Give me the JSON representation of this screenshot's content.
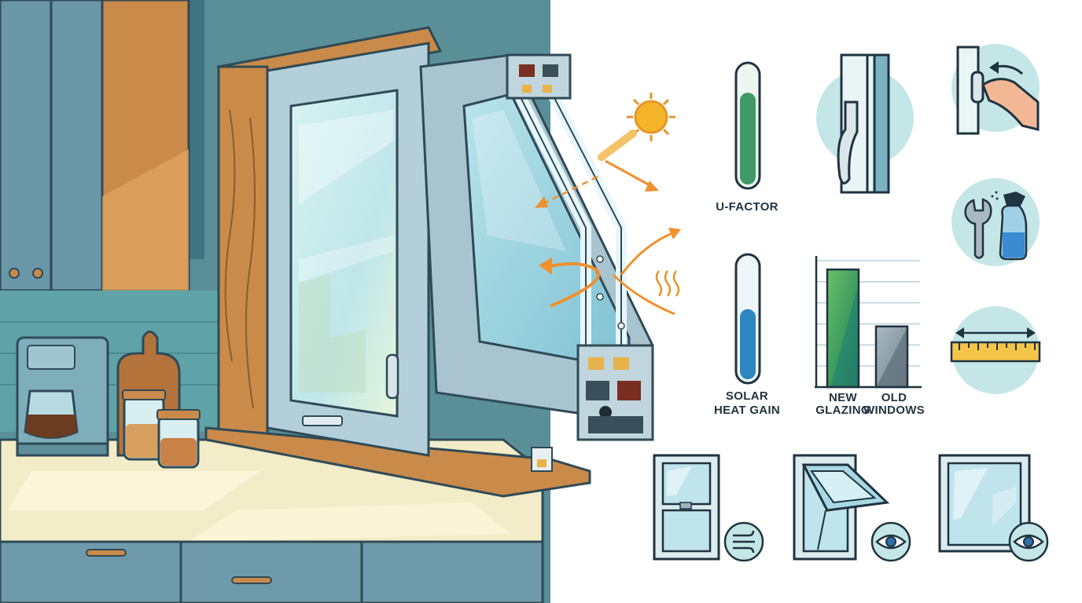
{
  "labels": {
    "u_factor": "U-FACTOR",
    "solar_heat_gain_line1": "SOLAR",
    "solar_heat_gain_line2": "HEAT GAIN",
    "new_glazing_line1": "NEW",
    "new_glazing_line2": "GLAZING",
    "old_windows_line1": "OLD",
    "old_windows_line2": "WINDOWS"
  },
  "icons": {
    "sun": "sun-icon",
    "heat": "heat-waves-icon",
    "handle": "window-handle-icon",
    "hand": "hand-turning-handle-icon",
    "tools": "wrench-and-spray-bottle-icon",
    "ruler": "ruler-measurement-icon",
    "airflow": "airflow-icon",
    "view": "eye-icon"
  },
  "gauges": {
    "u_factor": {
      "level": 0.78,
      "color": "#3f9a68"
    },
    "solar_heat_gain": {
      "level": 0.58,
      "color": "#2e86c1"
    }
  },
  "chart_data": {
    "type": "bar",
    "categories": [
      "NEW GLAZING",
      "OLD WINDOWS"
    ],
    "values": [
      0.93,
      0.48
    ],
    "ylim": [
      0,
      1
    ],
    "grid": true,
    "colors": [
      "#3d9b5e",
      "#7f8c96"
    ]
  },
  "colors": {
    "accent_orange": "#f0902e",
    "sun": "#f5b52a",
    "frame": "#a8c4cf",
    "wood": "#c98a4a",
    "glass": "#c9ecef",
    "wall_teal": "#4d8a93",
    "cabinet": "#6a97a8"
  }
}
